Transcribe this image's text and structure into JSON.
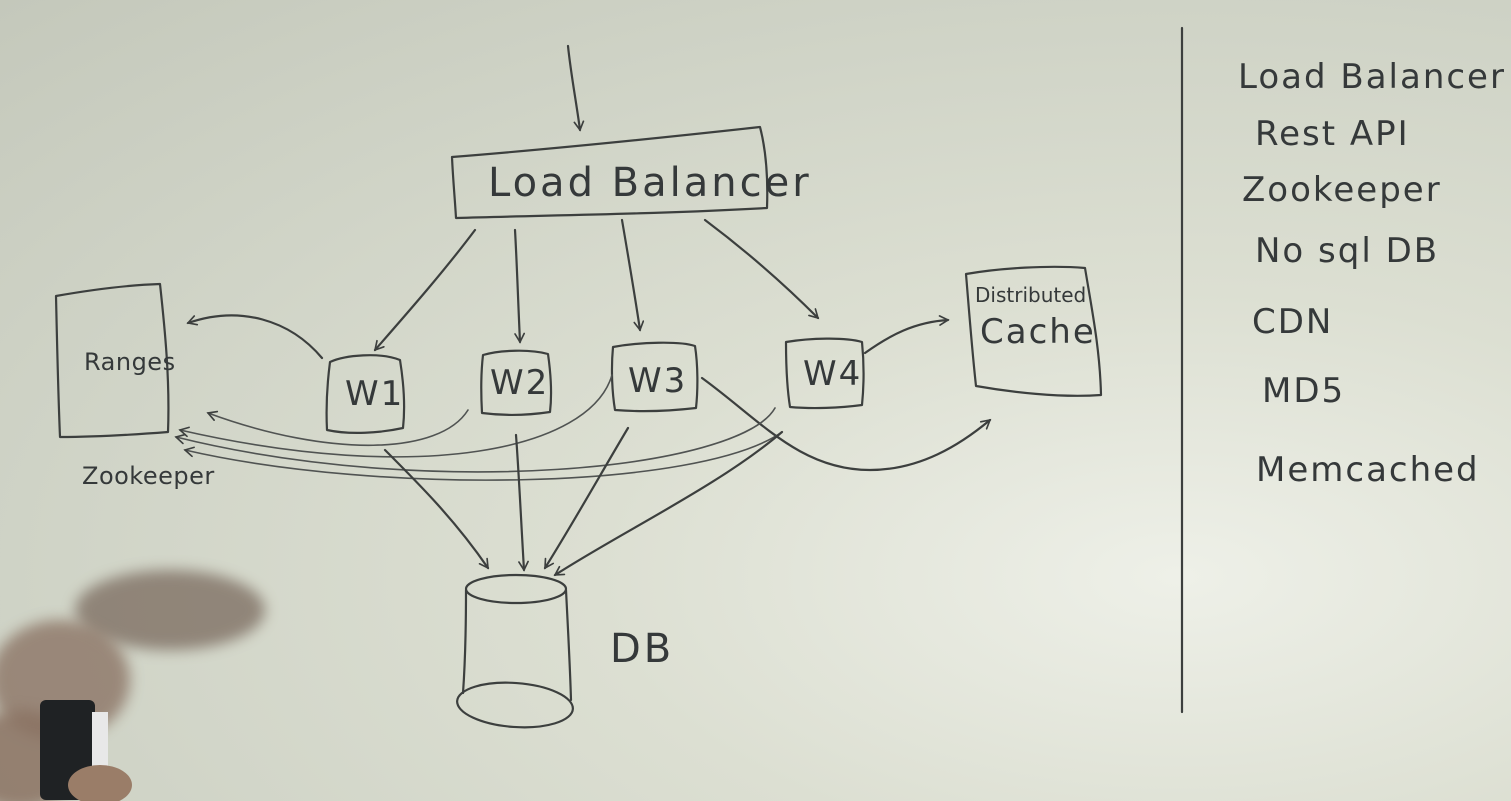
{
  "diagram": {
    "nodes": {
      "load_balancer": "Load Balancer",
      "w1": "W1",
      "w2": "W2",
      "w3": "W3",
      "w4": "W4",
      "ranges": "Ranges",
      "zookeeper": "Zookeeper",
      "distributed": "Distributed",
      "cache": "Cache",
      "db": "DB"
    },
    "component_list": [
      "Load Balancer",
      "Rest API",
      "Zookeeper",
      "No sql DB",
      "CDN",
      "MD5",
      "Memcached"
    ]
  },
  "colors": {
    "board": "#d6d9cd",
    "marker_ink": "#3c3f3e"
  }
}
